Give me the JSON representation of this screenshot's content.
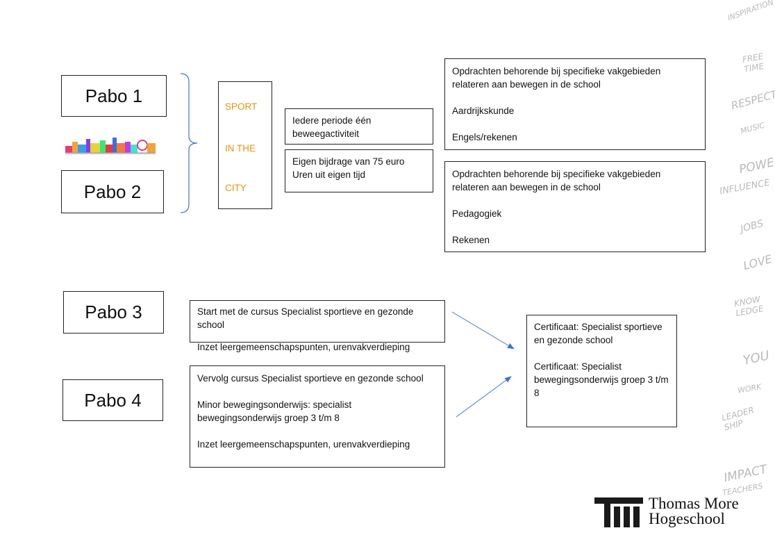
{
  "pabo": [
    "Pabo 1",
    "Pabo 2",
    "Pabo 3",
    "Pabo 4"
  ],
  "sport_box": {
    "lines": [
      "SPORT",
      "IN THE",
      "CITY"
    ],
    "color": "#e8950e"
  },
  "activity_box": {
    "text": "Iedere periode één beweegactiviteit"
  },
  "contribution_box": {
    "line1": "Eigen bijdrage van 75 euro",
    "line2": "Uren uit eigen tijd"
  },
  "assignments_top": {
    "intro": "Opdrachten behorende bij specifieke vakgebieden relateren aan bewegen in de school",
    "item1": "Aardrijkskunde",
    "item2": "Engels/rekenen"
  },
  "assignments_bottom": {
    "intro": "Opdrachten behorende bij specifieke vakgebieden relateren aan bewegen in de school",
    "item1": "Pedagogiek",
    "item2": "Rekenen"
  },
  "pabo3_box": {
    "line1": "Start met de cursus Specialist sportieve en gezonde school",
    "line2": "Inzet leergemeenschapspunten, urenvakverdieping"
  },
  "pabo4_box": {
    "line1": "Vervolg  cursus Specialist sportieve en gezonde school",
    "line2": "Minor bewegingsonderwijs: specialist bewegingsonderwijs groep 3 t/m 8",
    "line3": "Inzet leergemeenschapspunten, urenvakverdieping"
  },
  "certificate_box": {
    "line1": "Certificaat: Specialist sportieve en gezonde school",
    "line2": "Certificaat: Specialist bewegingsonderwijs groep 3 t/m 8"
  },
  "logo": {
    "line1": "Thomas More",
    "line2": "Hogeschool",
    "accent": "#1a1a1a"
  },
  "decor_words": [
    "INSPIRATION",
    "FREE TIME",
    "RESPECT",
    "MUSIC",
    "POWER",
    "INFLUENCE",
    "JOBS",
    "LOVE",
    "KNOW LEDGE",
    "YOU",
    "WORK",
    "LEADER SHIP",
    "IMPACT",
    "TEACHERS"
  ],
  "arrow_color": "#4472c4"
}
